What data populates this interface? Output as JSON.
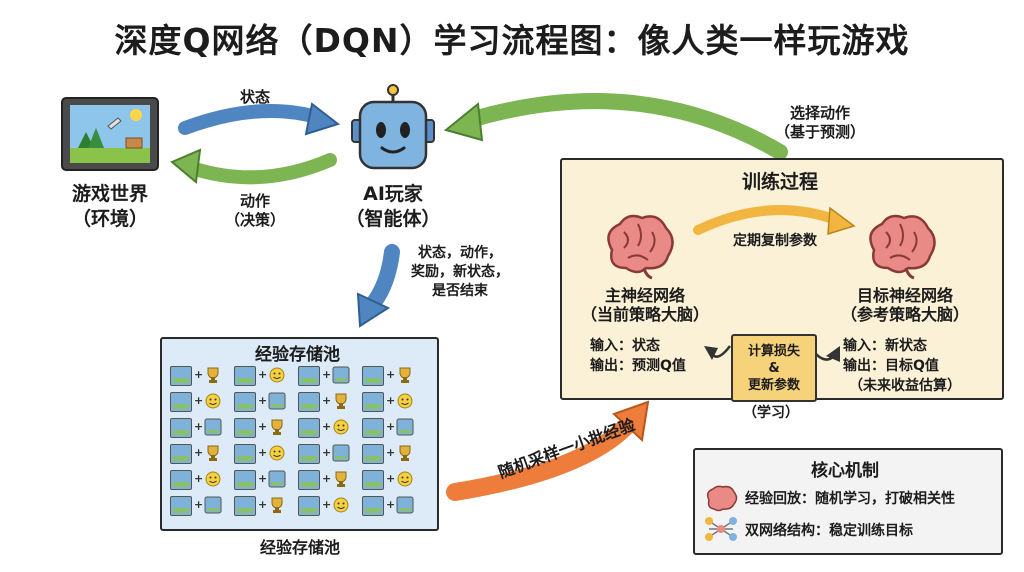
{
  "title": "深度Q网络（DQN）学习流程图：像人类一样玩游戏",
  "game_world": {
    "line1": "游戏世界",
    "line2": "（环境）"
  },
  "ai_player": {
    "line1": "AI玩家",
    "line2": "（智能体）"
  },
  "arrow_state": "状态",
  "arrow_action": {
    "line1": "动作",
    "line2": "（决策）"
  },
  "arrow_select": {
    "line1": "选择动作",
    "line2": "（基于预测）"
  },
  "arrow_transition": {
    "line1": "状态，动作，",
    "line2": "奖励，新状态，",
    "line3": "是否结束"
  },
  "training": {
    "title": "训练过程",
    "sync_label": "定期复制参数",
    "main_net": {
      "name": "主神经网络",
      "sub": "（当前策略大脑）",
      "in": "输入：状态",
      "out": "输出：预测Q值"
    },
    "target_net": {
      "name": "目标神经网络",
      "sub": "（参考策略大脑）",
      "in": "输入：新状态",
      "out": "输出：目标Q值",
      "note": "（未来收益估算）"
    },
    "loss": {
      "line1": "计算损失",
      "line2": "&",
      "line3": "更新参数"
    },
    "learn": "（学习）"
  },
  "buffer": {
    "title": "经验存储池",
    "caption": "经验存储池"
  },
  "sample_label": "随机采样一小批经验",
  "core": {
    "title": "核心机制",
    "replay": "经验回放：随机学习，打破相关性",
    "dual": "双网络结构：稳定训练目标"
  },
  "colors": {
    "blue_arrow": "#4f86c2",
    "green_arrow": "#7cb552",
    "orange_arrow": "#ee7d3b",
    "sync_arrow": "#f2b640",
    "brain": "#e98a86"
  }
}
